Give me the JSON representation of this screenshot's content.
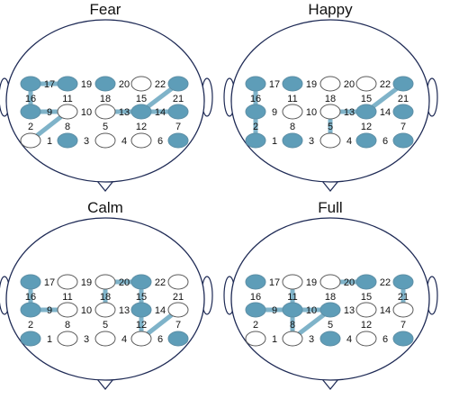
{
  "colors": {
    "active": "#5e9db8",
    "inactive": "#ffffff",
    "outline": "#1e2a55",
    "node_stroke": "#5d8fa6",
    "edge": "#7fb3c9",
    "inactive_edge": "#5a5a5a"
  },
  "electrode_labels": [
    "17",
    "19",
    "20",
    "22",
    "16",
    "11",
    "18",
    "15",
    "21",
    "9",
    "10",
    "13",
    "14",
    "2",
    "8",
    "5",
    "12",
    "7",
    "1",
    "3",
    "4",
    "6"
  ],
  "panels": [
    {
      "title": "Fear",
      "active": [
        "17",
        "19",
        "16",
        "9",
        "13",
        "14",
        "21",
        "1",
        "8",
        "7"
      ],
      "connections": [
        [
          "17",
          "19"
        ],
        [
          "16",
          "9"
        ],
        [
          "13",
          "14"
        ],
        [
          "21",
          "14"
        ],
        [
          "14",
          "7"
        ],
        [
          "1",
          "8"
        ],
        [
          "8",
          "9"
        ]
      ]
    },
    {
      "title": "Happy",
      "active": [
        "17",
        "16",
        "9",
        "2",
        "1",
        "5",
        "13",
        "14",
        "21",
        "4",
        "7"
      ],
      "connections": [
        [
          "17",
          "16"
        ],
        [
          "16",
          "9"
        ],
        [
          "9",
          "2"
        ],
        [
          "2",
          "1"
        ],
        [
          "5",
          "13"
        ],
        [
          "13",
          "14"
        ],
        [
          "14",
          "21"
        ],
        [
          "5",
          "4"
        ]
      ]
    },
    {
      "title": "Calm",
      "active": [
        "16",
        "9",
        "2",
        "8",
        "18",
        "13",
        "20",
        "15",
        "12",
        "6",
        "7"
      ],
      "connections": [
        [
          "16",
          "9"
        ],
        [
          "9",
          "8"
        ],
        [
          "9",
          "2"
        ],
        [
          "18",
          "13"
        ],
        [
          "20",
          "15"
        ],
        [
          "15",
          "12"
        ],
        [
          "6",
          "7"
        ],
        [
          "12",
          "6"
        ]
      ]
    },
    {
      "title": "Full",
      "active": [
        "16",
        "11",
        "18",
        "20",
        "22",
        "21",
        "9",
        "10",
        "8",
        "3",
        "5",
        "7"
      ],
      "connections": [
        [
          "20",
          "22"
        ],
        [
          "11",
          "10"
        ],
        [
          "10",
          "5"
        ],
        [
          "8",
          "3"
        ],
        [
          "3",
          "5"
        ],
        [
          "21",
          "7"
        ],
        [
          "9",
          "8"
        ]
      ]
    }
  ]
}
